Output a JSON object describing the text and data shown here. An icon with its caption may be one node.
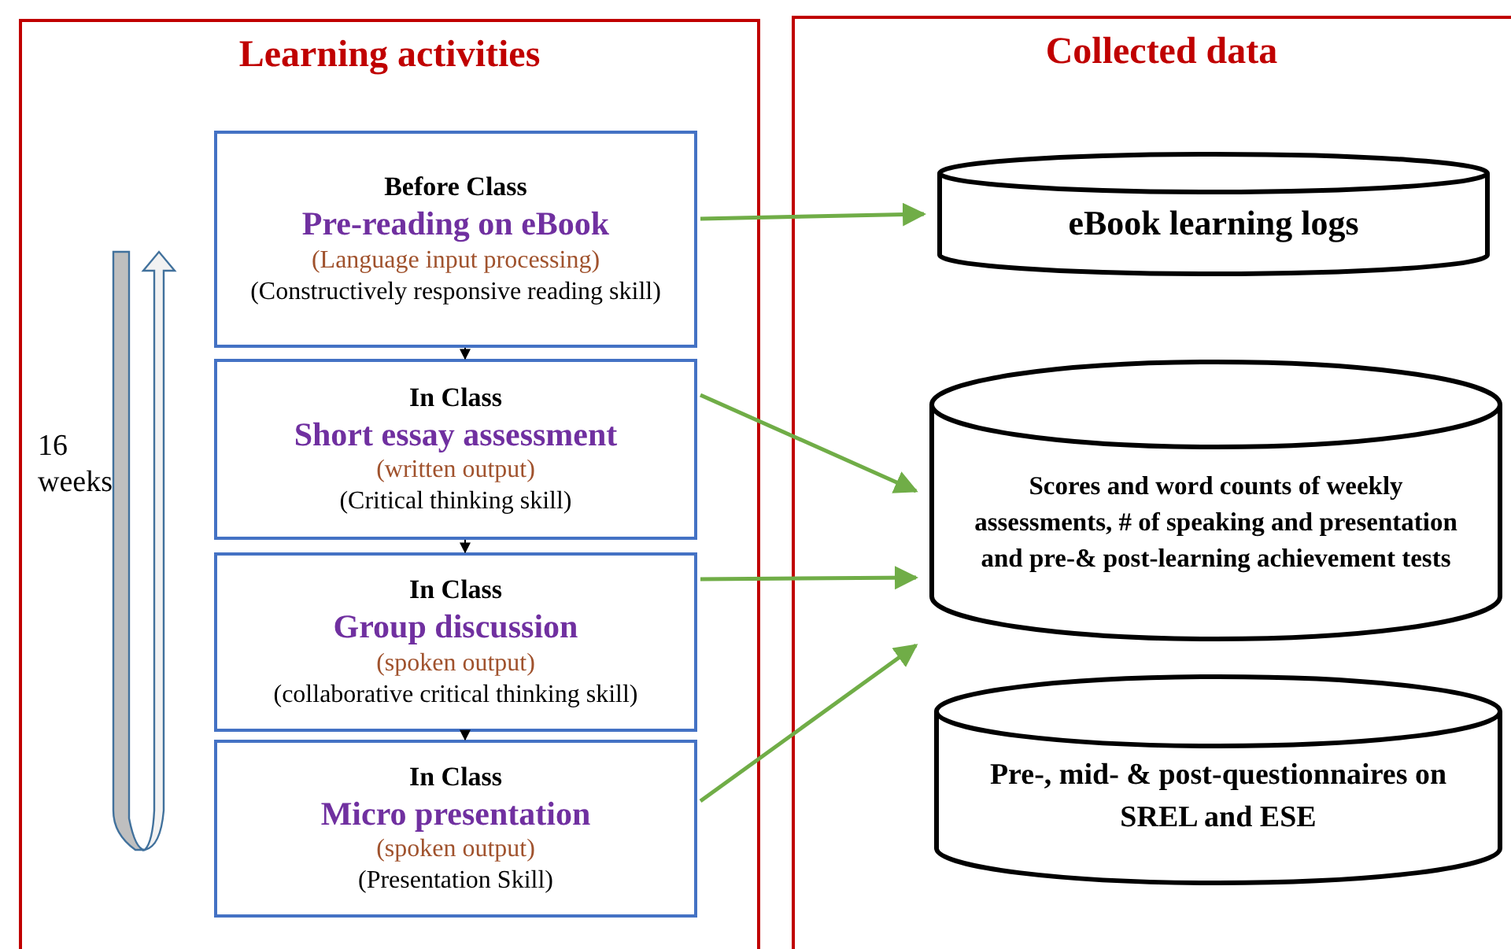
{
  "diagram": {
    "nodes": [
      {
        "text": [
          "Learning activities"
        ]
      },
      {
        "text": [
          "Collected data"
        ]
      },
      {
        "text": [
          "Before Class",
          "Pre-reading on eBook",
          "(Language input processing)",
          "(Constructively responsive reading skill)"
        ],
        "in": 0
      },
      {
        "text": [
          "In Class",
          "Short essay assessment",
          "(written output)",
          "(Critical thinking skill)"
        ],
        "in": 0
      },
      {
        "text": [
          "In Class",
          "Group discussion",
          "(spoken output)",
          "(collaborative critical thinking skill)"
        ],
        "in": 0
      },
      {
        "text": [
          "In Class",
          "Micro presentation",
          "(spoken output)",
          "(Presentation Skill)"
        ],
        "in": 0
      },
      {
        "text": [
          "eBook learning logs"
        ],
        "in": 1
      },
      {
        "text": [
          "Scores and word counts of weekly assessments, # of speaking and presentation and pre-& post-learning achievement tests"
        ],
        "in": 1
      },
      {
        "text": [
          "Pre-, mid- & post-questionnaires on SREL and ESE"
        ],
        "in": 1
      }
    ],
    "edges": [
      {
        "from": 2,
        "to": 3,
        "arrow": "to",
        "color": "#000000"
      },
      {
        "from": 3,
        "to": 4,
        "arrow": "to",
        "color": "#000000"
      },
      {
        "from": 4,
        "to": 5,
        "arrow": "to",
        "color": "#000000"
      },
      {
        "from": 2,
        "to": 6,
        "arrow": "to"
      },
      {
        "from": 3,
        "to": 7,
        "arrow": "to"
      },
      {
        "from": 4,
        "to": 7,
        "arrow": "to"
      },
      {
        "from": 5,
        "to": 7,
        "arrow": "to"
      }
    ],
    "labels": [
      "16 weeks"
    ]
  }
}
